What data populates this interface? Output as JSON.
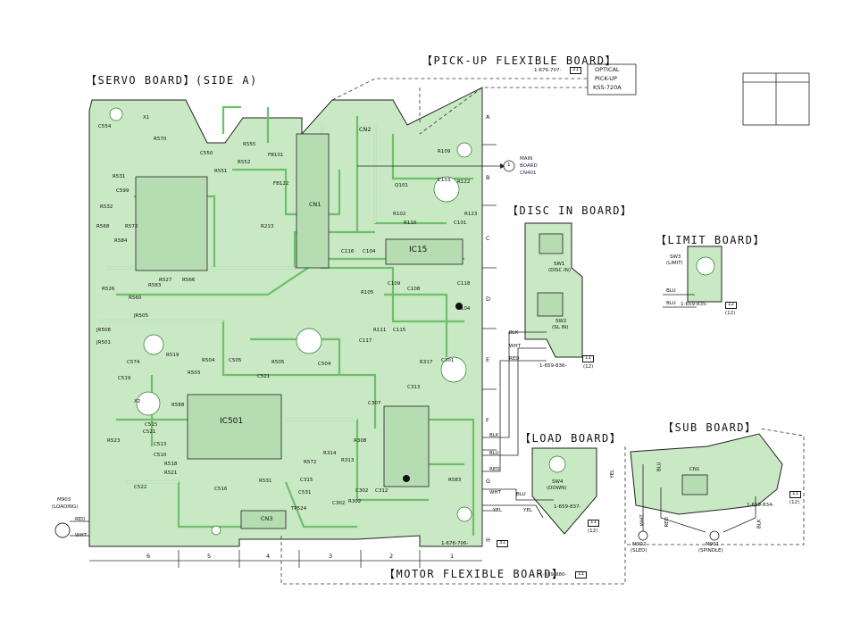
{
  "titles": {
    "servo_board": "【SERVO BOARD】(SIDE A)",
    "pickup_flex": "【PICK-UP FLEXIBLE BOARD】",
    "disc_in": "【DISC IN BOARD】",
    "limit": "【LIMIT BOARD】",
    "load": "【LOAD BOARD】",
    "sub": "【SUB BOARD】",
    "motor_flex": "【MOTOR FLEXIBLE BOARD】"
  },
  "part_numbers": {
    "pickup_flex": "1-676-707-",
    "pickup_flex_ref": "21",
    "servo": "1-676-706-",
    "servo_ref": "31",
    "disc_in": "1-659-836-",
    "disc_in_ref": "11",
    "disc_in_ref2": "(12)",
    "limit": "1-659-835-",
    "limit_ref": "12",
    "limit_ref2": "(12)",
    "load": "1-659-837-",
    "load_ref": "11",
    "load_ref2": "(12)",
    "sub": "1-659-834-",
    "sub_ref": "11",
    "sub_ref2": "(12)",
    "motor_flex": "1-659-880-",
    "motor_flex_ref": "11"
  },
  "optical_pickup": [
    "OPTICAL",
    "PICK-UP",
    "KSS-720A"
  ],
  "main_board_ref": {
    "num": "1",
    "lines": [
      "MAIN",
      "BOARD",
      "CN401"
    ]
  },
  "grid_rows": [
    "A",
    "B",
    "C",
    "D",
    "E",
    "F",
    "G",
    "H"
  ],
  "grid_cols": [
    "6",
    "5",
    "4",
    "3",
    "2",
    "1"
  ],
  "ic_labels": {
    "ic501": "IC501",
    "ic15": "IC15",
    "cn1": "CN1",
    "cn2": "CN2",
    "cn3": "CN3"
  },
  "components": [
    "C554",
    "R570",
    "X1",
    "C550",
    "R555",
    "R552",
    "R551",
    "FB101",
    "R531",
    "C599",
    "R532",
    "R568",
    "R584",
    "R572",
    "R526",
    "R583",
    "R527",
    "R560",
    "R566",
    "JR505",
    "JR508",
    "JR501",
    "C574",
    "R519",
    "C519",
    "X2",
    "R588",
    "R503",
    "C505",
    "R504",
    "R505",
    "C521",
    "R523",
    "C515",
    "C521",
    "C513",
    "C510",
    "R518",
    "R521",
    "C522",
    "C516",
    "R531",
    "C531",
    "FB122",
    "R213",
    "C116",
    "C104",
    "R105",
    "C109",
    "C108",
    "C115",
    "C118",
    "R104",
    "R111",
    "C117",
    "C301",
    "R317",
    "C504",
    "C313",
    "R314",
    "R313",
    "R308",
    "C307",
    "R302",
    "C302",
    "C312",
    "R572",
    "R583",
    "Q101",
    "C103",
    "R109",
    "R122",
    "R123",
    "C101",
    "R102",
    "R110",
    "C302",
    "TP524",
    "C315"
  ],
  "switches": {
    "sw1": [
      "SW1",
      "(DISC IN)"
    ],
    "sw2": [
      "SW2",
      "(SL IN)"
    ],
    "sw3": [
      "SW3",
      "(LIMIT)"
    ],
    "sw4": [
      "SW4",
      "(DOWN)"
    ]
  },
  "wire_colors": [
    "BLK",
    "WHT",
    "RED",
    "BLU",
    "YEL"
  ],
  "motors": {
    "m903": [
      "M903",
      "(LOADING)"
    ],
    "m902": [
      "M902",
      "(SLED)"
    ],
    "m901": [
      "M901",
      "(SPINDLE)"
    ]
  },
  "sub_board_cn": "CN1",
  "colors": {
    "board_fill": "#c9e8c4",
    "trace": "#6ebf6a",
    "outline": "#222222"
  }
}
